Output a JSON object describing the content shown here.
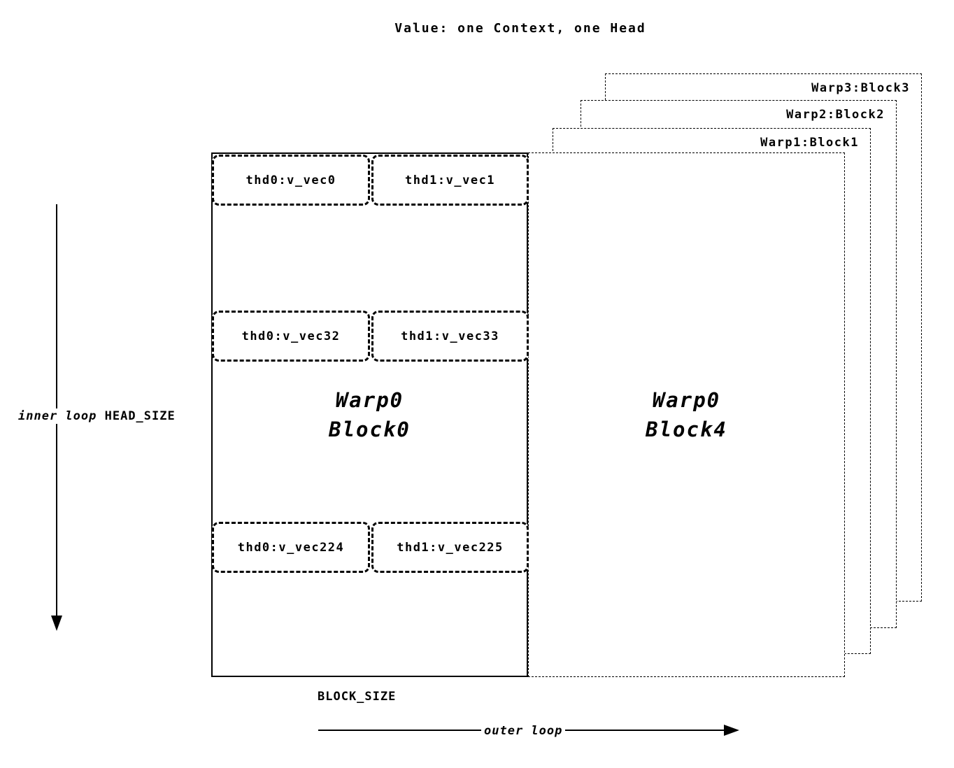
{
  "title": "Value: one Context, one Head",
  "diagram": {
    "block0": {
      "label_line1": "Warp0",
      "label_line2": "Block0",
      "cells": [
        {
          "left": "thd0:v_vec0",
          "right": "thd1:v_vec1"
        },
        {
          "left": "thd0:v_vec32",
          "right": "thd1:v_vec33"
        },
        {
          "left": "thd0:v_vec224",
          "right": "thd1:v_vec225"
        }
      ]
    },
    "block4": {
      "label_line1": "Warp0",
      "label_line2": "Block4"
    },
    "background_blocks": [
      {
        "label": "Warp1:Block1"
      },
      {
        "label": "Warp2:Block2"
      },
      {
        "label": "Warp3:Block3"
      }
    ],
    "axes": {
      "inner_loop": "inner loop",
      "head_size": "HEAD_SIZE",
      "block_size": "BLOCK_SIZE",
      "outer_loop": "outer loop"
    },
    "colors": {
      "ink": "#000000",
      "background": "#ffffff"
    }
  }
}
